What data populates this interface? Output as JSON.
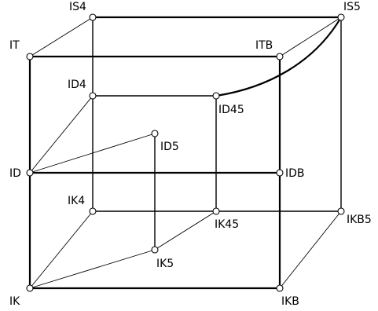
{
  "labels": {
    "IS4": "IS4",
    "IS5": "IS5",
    "IT": "IT",
    "ITB": "ITB",
    "ID4": "ID4",
    "ID45": "ID45",
    "ID5": "ID5",
    "ID": "ID",
    "IDB": "IDB",
    "IK4": "IK4",
    "IK45": "IK45",
    "IKB5": "IKB5",
    "IK5": "IK5",
    "IK": "IK",
    "IKB": "IKB"
  },
  "colors": {
    "stroke": "#000000",
    "node_fill": "#ffffff"
  }
}
